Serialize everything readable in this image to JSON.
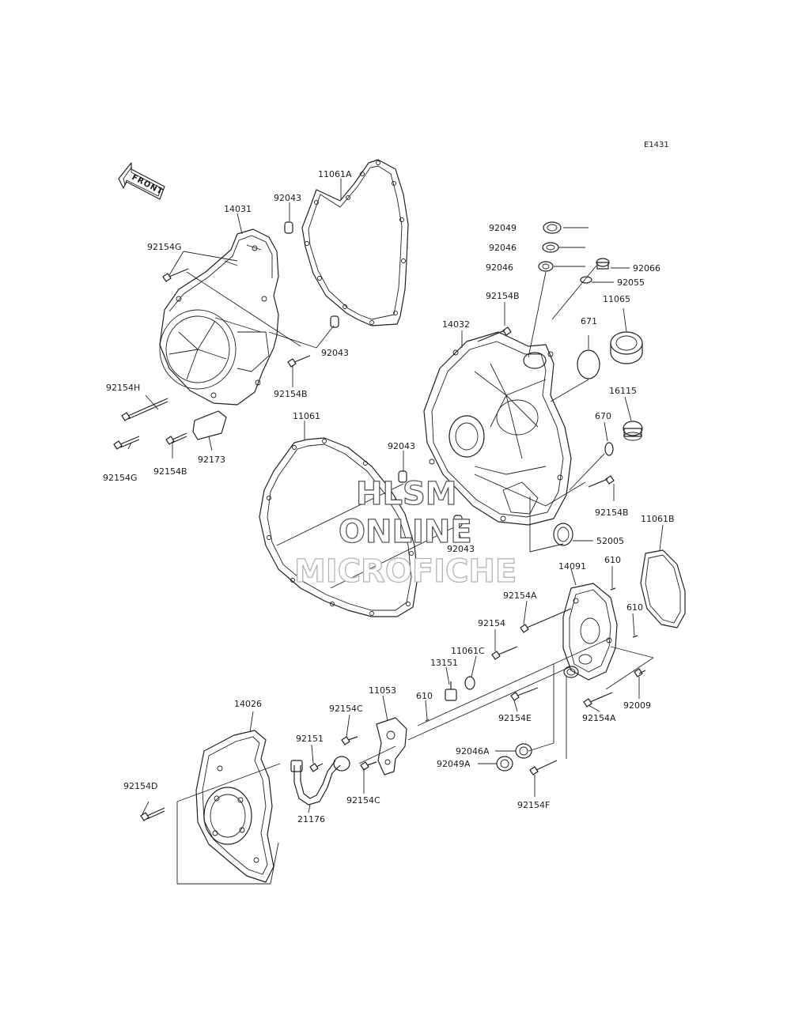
{
  "diagram_code": "E1431",
  "front_arrow_text": "FRONT",
  "watermark": [
    "HLSM",
    "ONLINE",
    "MICROFICHE"
  ],
  "labels": [
    {
      "text": "11061A",
      "name": "part-11061a"
    },
    {
      "text": "92043",
      "name": "part-92043-top"
    },
    {
      "text": "14031",
      "name": "part-14031"
    },
    {
      "text": "92154G",
      "name": "part-92154g-top"
    },
    {
      "text": "92043",
      "name": "part-92043-mid"
    },
    {
      "text": "92154H",
      "name": "part-92154h"
    },
    {
      "text": "92154B",
      "name": "part-92154b-left"
    },
    {
      "text": "92173",
      "name": "part-92173"
    },
    {
      "text": "92154G",
      "name": "part-92154g-bottom"
    },
    {
      "text": "92154B",
      "name": "part-92154b-lower"
    },
    {
      "text": "11061",
      "name": "part-11061"
    },
    {
      "text": "92043",
      "name": "part-92043-center"
    },
    {
      "text": "92043",
      "name": "part-92043-lower"
    },
    {
      "text": "92049",
      "name": "part-92049"
    },
    {
      "text": "92046",
      "name": "part-92046-a"
    },
    {
      "text": "92046",
      "name": "part-92046-b"
    },
    {
      "text": "92066",
      "name": "part-92066"
    },
    {
      "text": "92055",
      "name": "part-92055"
    },
    {
      "text": "11065",
      "name": "part-11065"
    },
    {
      "text": "92154B",
      "name": "part-92154b-upper"
    },
    {
      "text": "14032",
      "name": "part-14032"
    },
    {
      "text": "671",
      "name": "part-671"
    },
    {
      "text": "16115",
      "name": "part-16115"
    },
    {
      "text": "670",
      "name": "part-670"
    },
    {
      "text": "92154B",
      "name": "part-92154b-right"
    },
    {
      "text": "11061B",
      "name": "part-11061b"
    },
    {
      "text": "52005",
      "name": "part-52005"
    },
    {
      "text": "14091",
      "name": "part-14091"
    },
    {
      "text": "610",
      "name": "part-610-a"
    },
    {
      "text": "92154A",
      "name": "part-92154a-upper"
    },
    {
      "text": "610",
      "name": "part-610-b"
    },
    {
      "text": "92154",
      "name": "part-92154"
    },
    {
      "text": "11061C",
      "name": "part-11061c"
    },
    {
      "text": "13151",
      "name": "part-13151"
    },
    {
      "text": "11053",
      "name": "part-11053"
    },
    {
      "text": "610",
      "name": "part-610-c"
    },
    {
      "text": "92154E",
      "name": "part-92154e"
    },
    {
      "text": "92154A",
      "name": "part-92154a-lower"
    },
    {
      "text": "92009",
      "name": "part-92009"
    },
    {
      "text": "14026",
      "name": "part-14026"
    },
    {
      "text": "92154C",
      "name": "part-92154c-upper"
    },
    {
      "text": "92151",
      "name": "part-92151"
    },
    {
      "text": "92154C",
      "name": "part-92154c-lower"
    },
    {
      "text": "92046A",
      "name": "part-92046a"
    },
    {
      "text": "92049A",
      "name": "part-92049a"
    },
    {
      "text": "92154D",
      "name": "part-92154d"
    },
    {
      "text": "21176",
      "name": "part-21176"
    },
    {
      "text": "92154F",
      "name": "part-92154f"
    }
  ]
}
